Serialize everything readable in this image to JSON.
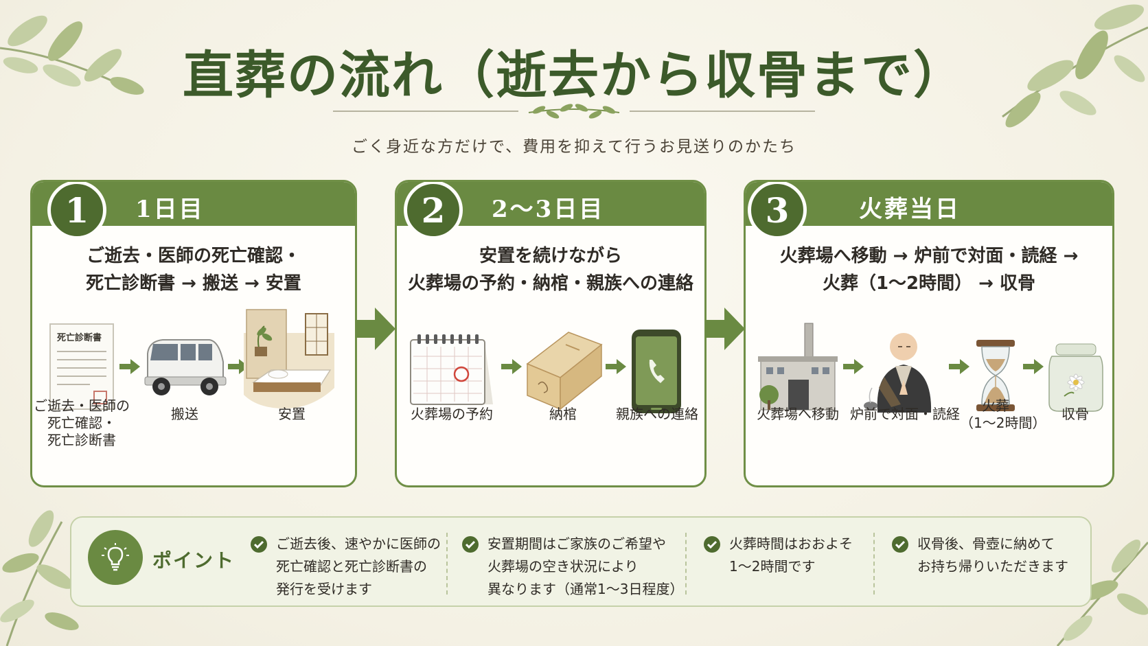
{
  "title": "直葬の流れ（逝去から収骨まで）",
  "subtitle": "ごく身近な方だけで、費用を抑えて行うお見送りのかたち",
  "colors": {
    "primary": "#6a8a42",
    "dark": "#4e6b2f",
    "text": "#2f2b26",
    "background": "#f6f3e7"
  },
  "steps": [
    {
      "number": "1",
      "label": "1日目",
      "desc_lines": [
        "ご逝去・医師の死亡確認・",
        "死亡診断書 → 搬送 → 安置"
      ],
      "items": [
        {
          "icon": "document-icon",
          "doc_title": "死亡診断書",
          "label_lines": [
            "ご逝去・医師の",
            "死亡確認・",
            "死亡診断書"
          ]
        },
        {
          "icon": "van-icon",
          "label_lines": [
            "搬送"
          ]
        },
        {
          "icon": "room-bed-icon",
          "label_lines": [
            "安置"
          ]
        }
      ]
    },
    {
      "number": "2",
      "label": "2〜3日目",
      "desc_lines": [
        "安置を続けながら",
        "火葬場の予約・納棺・親族への連絡"
      ],
      "items": [
        {
          "icon": "calendar-icon",
          "label_lines": [
            "火葬場の予約"
          ]
        },
        {
          "icon": "coffin-icon",
          "label_lines": [
            "納棺"
          ]
        },
        {
          "icon": "smartphone-icon",
          "label_lines": [
            "親族への連絡"
          ]
        }
      ]
    },
    {
      "number": "3",
      "label": "火葬当日",
      "desc_lines": [
        "火葬場へ移動 → 炉前で対面・読経 →",
        "火葬（1〜2時間） → 収骨"
      ],
      "items": [
        {
          "icon": "crematorium-icon",
          "label_lines": [
            "火葬場へ移動"
          ]
        },
        {
          "icon": "monk-icon",
          "label_lines": [
            "炉前で対面・読経"
          ]
        },
        {
          "icon": "hourglass-icon",
          "label_lines": [
            "火葬",
            "（1〜2時間）"
          ]
        },
        {
          "icon": "urn-icon",
          "label_lines": [
            "収骨"
          ]
        }
      ]
    }
  ],
  "points": {
    "title": "ポイント",
    "icon": "lightbulb-icon",
    "items": [
      {
        "lines": [
          "ご逝去後、速やかに医師の",
          "死亡確認と死亡診断書の",
          "発行を受けます"
        ]
      },
      {
        "lines": [
          "安置期間はご家族のご希望や",
          "火葬場の空き状況により",
          "異なります（通常1〜3日程度）"
        ]
      },
      {
        "lines": [
          "火葬時間はおおよそ",
          "1〜2時間です"
        ]
      },
      {
        "lines": [
          "収骨後、骨壺に納めて",
          "お持ち帰りいただきます"
        ]
      }
    ]
  }
}
